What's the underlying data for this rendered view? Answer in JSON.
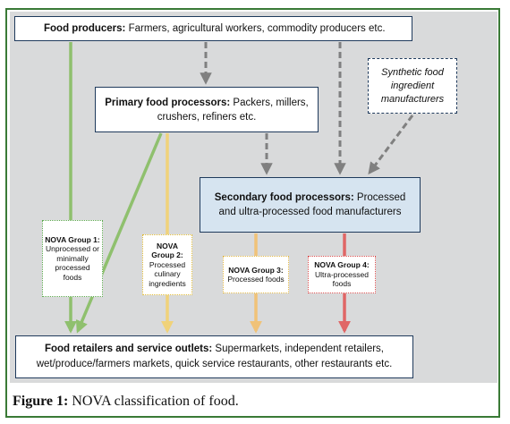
{
  "colors": {
    "green": "#8fc06e",
    "yellow": "#f0d27a",
    "orange": "#f0c278",
    "red": "#e06666",
    "grey": "#808080",
    "frame": "#3a7a36",
    "navy": "#1f3a5c",
    "secondary_fill": "#d6e4f0"
  },
  "nodes": {
    "producers": {
      "lead": "Food producers:",
      "text": " Farmers, agricultural workers, commodity producers etc."
    },
    "primary": {
      "lead": "Primary food processors:",
      "text": " Packers, millers, crushers, refiners etc."
    },
    "synthetic": {
      "text": "Synthetic food ingredient manufacturers"
    },
    "secondary": {
      "lead": "Secondary food processors:",
      "text": " Processed and ultra-processed food manufacturers"
    },
    "retailers": {
      "lead": "Food retailers and service outlets:",
      "text": " Supermarkets, independent retailers, wet/produce/farmers markets, quick service restaurants, other restaurants etc."
    }
  },
  "nova_groups": [
    {
      "title": "NOVA Group 1:",
      "desc": "Unprocessed or minimally processed foods"
    },
    {
      "title": "NOVA Group 2:",
      "desc": "Processed culinary ingredients"
    },
    {
      "title": "NOVA Group 3:",
      "desc": "Processed foods"
    },
    {
      "title": "NOVA Group 4:",
      "desc": "Ultra-processed foods"
    }
  ],
  "caption": {
    "label": "Figure 1:",
    "text": " NOVA classification of food."
  }
}
